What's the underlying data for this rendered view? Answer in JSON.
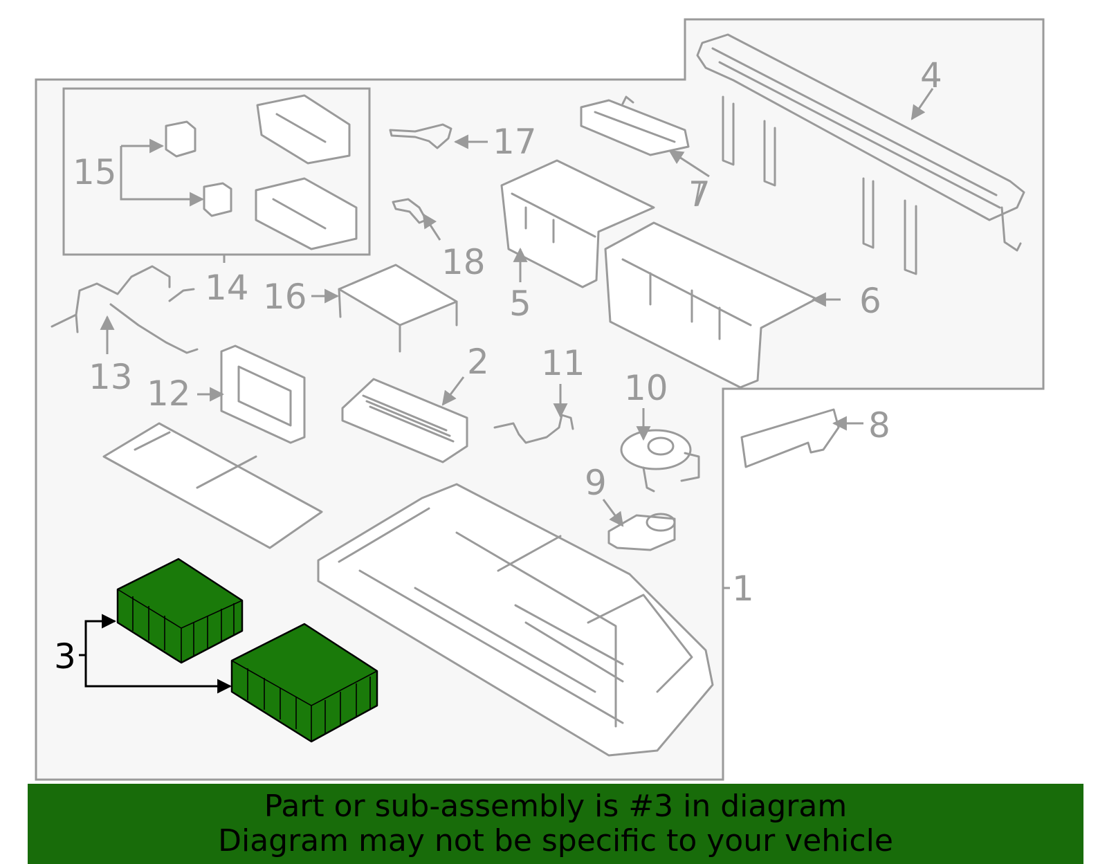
{
  "callouts": {
    "c1": "1",
    "c2": "2",
    "c3": "3",
    "c4": "4",
    "c5": "5",
    "c6": "6",
    "c7": "7",
    "c8": "8",
    "c9": "9",
    "c10": "10",
    "c11": "11",
    "c12": "12",
    "c13": "13",
    "c14": "14",
    "c15": "15",
    "c16": "16",
    "c17": "17",
    "c18": "18"
  },
  "highlight": {
    "callout": "3",
    "color": "#1a7a0a"
  },
  "banner": {
    "line1": "Part or sub-assembly is #3 in diagram",
    "line2": "Diagram may not be specific to your vehicle",
    "background": "#186c0a"
  }
}
